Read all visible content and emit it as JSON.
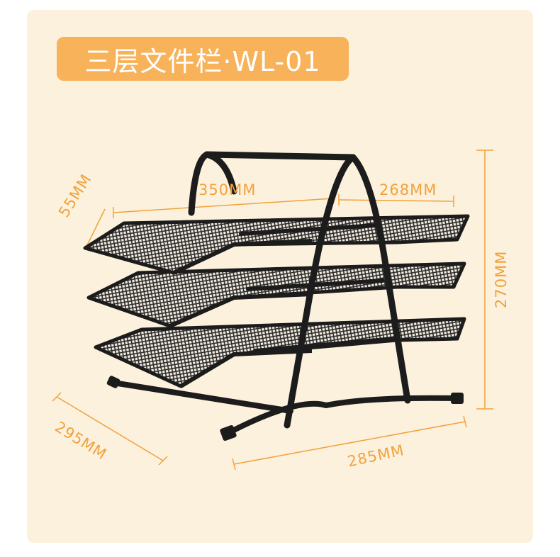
{
  "title": "三层文件栏·WL-01",
  "dimensions": {
    "width_top": "350MM",
    "depth_top": "268MM",
    "tray_height": "55MM",
    "total_height": "270MM",
    "base_depth": "295MM",
    "base_width": "285MM"
  },
  "colors": {
    "background": "#fcf1dc",
    "badge": "#f7b25a",
    "dimension_lines": "#f2a13c",
    "product": "#1c1c1c"
  }
}
